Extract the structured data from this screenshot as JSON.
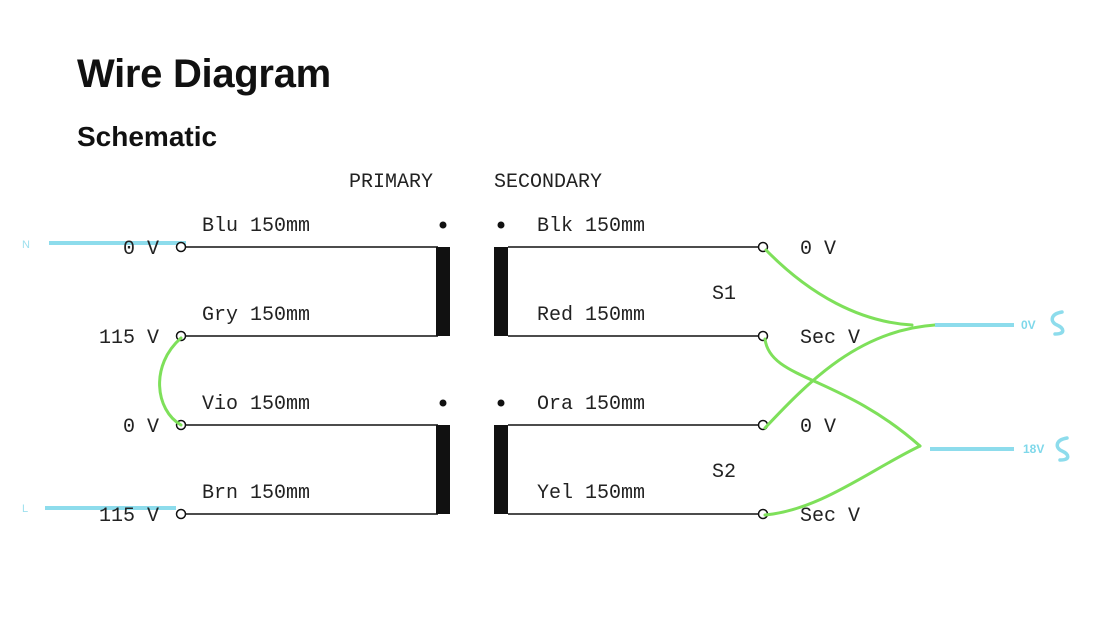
{
  "page": {
    "title": "Wire Diagram",
    "subtitle": "Schematic"
  },
  "headers": {
    "primary": "PRIMARY",
    "secondary": "SECONDARY"
  },
  "primary_wires": [
    {
      "label": "Blu 150mm",
      "terminal": "0 V"
    },
    {
      "label": "Gry 150mm",
      "terminal": "115 V"
    },
    {
      "label": "Vio 150mm",
      "terminal": "0 V"
    },
    {
      "label": "Brn 150mm",
      "terminal": "115 V"
    }
  ],
  "secondary_wires": [
    {
      "label": "Blk 150mm",
      "terminal": "0 V"
    },
    {
      "label": "Red 150mm",
      "terminal": "Sec V"
    },
    {
      "label": "Ora 150mm",
      "terminal": "0 V"
    },
    {
      "label": "Yel 150mm",
      "terminal": "Sec V"
    }
  ],
  "secondary_groups": {
    "s1": "S1",
    "s2": "S2"
  },
  "inputs": {
    "neutral": "N",
    "line": "L"
  },
  "outputs": {
    "zero": "0V",
    "eighteen": "18V"
  },
  "colors": {
    "annotation_cyan": "#7fd8ea",
    "jumper_green": "#7ee05a",
    "ink": "#111111"
  }
}
